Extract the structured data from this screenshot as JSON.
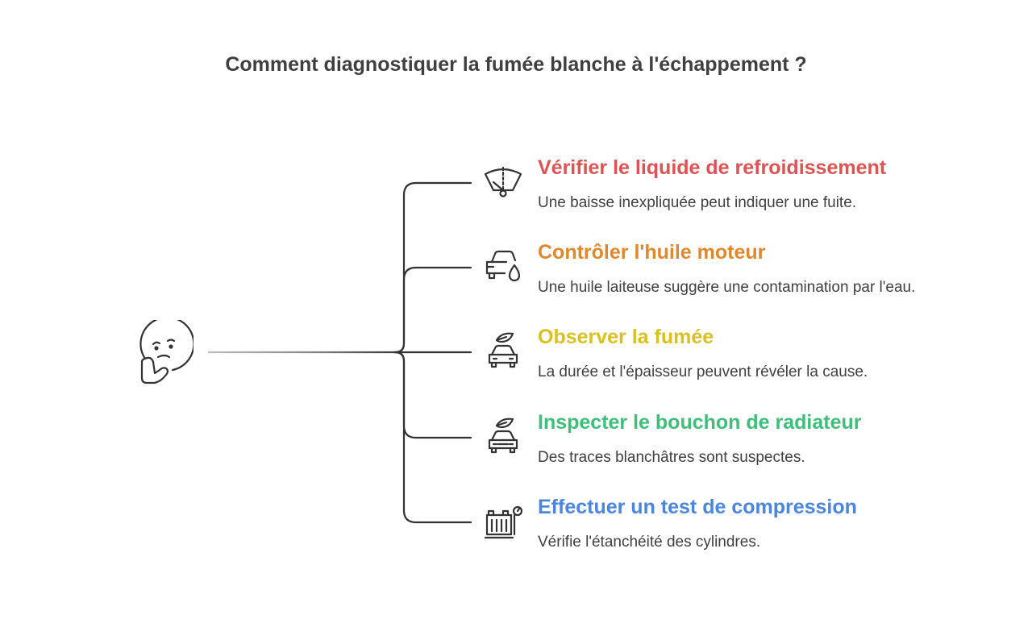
{
  "title": "Comment diagnostiquer la fumée blanche à l'échappement ?",
  "central_icon": "thinking-face-icon",
  "branches": [
    {
      "title": "Vérifier le liquide de refroidissement",
      "description": "Une baisse inexpliquée peut indiquer une fuite.",
      "color": "#e05252",
      "icon": "windshield-wiper-icon"
    },
    {
      "title": "Contrôler l'huile moteur",
      "description": "Une huile laiteuse suggère une contamination par l'eau.",
      "color": "#e0882d",
      "icon": "car-oil-drop-icon"
    },
    {
      "title": "Observer la fumée",
      "description": "La durée et l'épaisseur peuvent révéler la cause.",
      "color": "#d9c21f",
      "icon": "car-leaf-icon"
    },
    {
      "title": "Inspecter le bouchon de radiateur",
      "description": "Des traces blanchâtres sont suspectes.",
      "color": "#3dbf7a",
      "icon": "car-leaf-cap-icon"
    },
    {
      "title": "Effectuer un test de compression",
      "description": "Vérifie l'étanchéité des cylindres.",
      "color": "#4a86e0",
      "icon": "engine-gauge-icon"
    }
  ]
}
